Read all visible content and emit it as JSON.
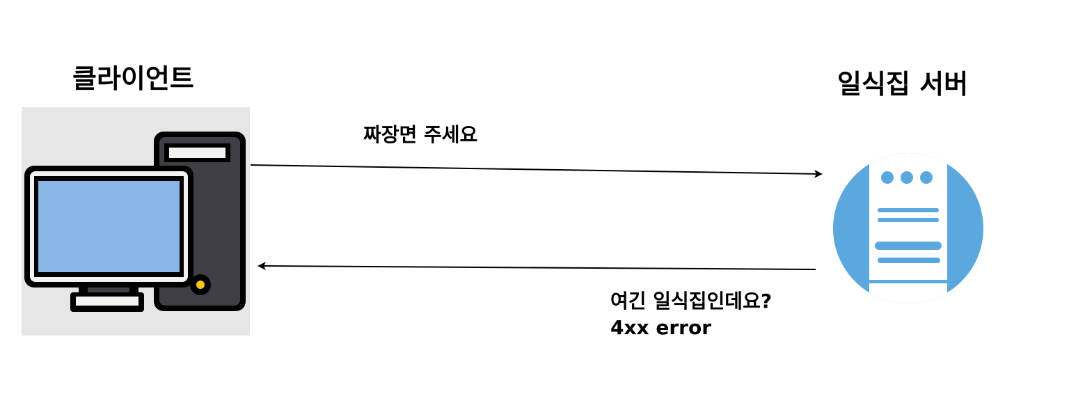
{
  "client": {
    "title": "클라이언트",
    "icon": "desktop-computer-icon"
  },
  "server": {
    "title": "일식집 서버",
    "icon": "server-icon"
  },
  "request": {
    "message": "짜장면 주세요"
  },
  "response": {
    "message_line1": "여긴 일식집인데요?",
    "message_line2": "4xx error"
  },
  "colors": {
    "background": "#ffffff",
    "client_panel": "#e6e6e6",
    "monitor_screen": "#89b6e6",
    "tower_body": "#3e3e44",
    "power_led": "#f5c518",
    "server_circle": "#5ba8df",
    "arrow": "#000000"
  }
}
